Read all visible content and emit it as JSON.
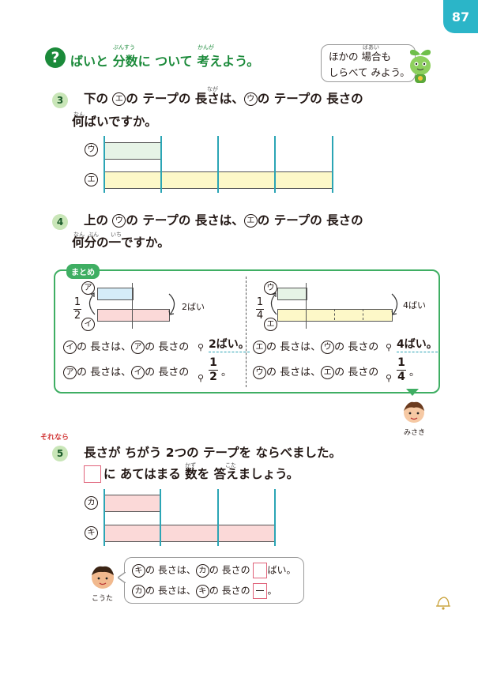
{
  "page_number": "87",
  "heading": {
    "text": "ばいと 分数に ついて 考えよう。",
    "ruby_bunsuu": "ぶんすう",
    "ruby_kangae": "かんが"
  },
  "hint": {
    "line1": "ほかの 場合も",
    "line2": "しらべて みよう。",
    "ruby_baai": "ばあい"
  },
  "q3": {
    "number": "3",
    "line1_a": "下の",
    "label_e": "エ",
    "line1_b": "の テープの 長さは、",
    "label_u": "ウ",
    "line1_c": "の テープの 長さの",
    "line2": "何ばいですか。",
    "ruby_naga": "なが",
    "ruby_nan": "なん"
  },
  "q4": {
    "number": "4",
    "line1_a": "上の",
    "label_u": "ウ",
    "line1_b": "の テープの 長さは、",
    "label_e": "エ",
    "line1_c": "の テープの 長さの",
    "line2": "何分の一ですか。",
    "ruby_nan": "なん",
    "ruby_bun": "ぶん",
    "ruby_ichi": "いち"
  },
  "summary": {
    "tag": "まとめ",
    "left": {
      "top_label": "ア",
      "bottom_label": "イ",
      "frac_num": "1",
      "frac_den": "2",
      "times": "2ばい",
      "s1_a": "イ",
      "s1_mid": "の 長さは、",
      "s1_b": "ア",
      "s1_end": "の 長さの",
      "s1_ans": "2ばい。",
      "s2_a": "ア",
      "s2_mid": "の 長さは、",
      "s2_b": "イ",
      "s2_end": "の 長さの",
      "s2_num": "1",
      "s2_den": "2"
    },
    "right": {
      "top_label": "ウ",
      "bottom_label": "エ",
      "frac_num": "1",
      "frac_den": "4",
      "times": "4ばい",
      "s1_a": "エ",
      "s1_mid": "の 長さは、",
      "s1_b": "ウ",
      "s1_end": "の 長さの",
      "s1_ans": "4ばい。",
      "s2_a": "ウ",
      "s2_mid": "の 長さは、",
      "s2_b": "エ",
      "s2_end": "の 長さの",
      "s2_num": "1",
      "s2_den": "4"
    },
    "period": "。",
    "character_name": "みさき"
  },
  "q5": {
    "tag": "それなら",
    "number": "5",
    "line1": "長さが ちがう 2つの テープを ならべました。",
    "line2": "に あてはまる 数を 答えましょう。",
    "ruby_kazu": "かず",
    "ruby_kota": "こた",
    "label_ka": "カ",
    "label_ki": "キ",
    "bubble_l1_a": "キ",
    "bubble_l1_mid": "の 長さは、",
    "bubble_l1_b": "カ",
    "bubble_l1_end": "の 長さの",
    "bubble_l1_suffix": "ばい。",
    "bubble_l2_a": "カ",
    "bubble_l2_mid": "の 長さは、",
    "bubble_l2_b": "キ",
    "bubble_l2_end": "の 長さの",
    "bubble_l2_suffix": "。",
    "character_name": "こうた"
  },
  "colors": {
    "green": "#1b8a3a",
    "teal": "#2bb5c8",
    "tape_green": "#e6f3e6",
    "tape_yellow": "#fdf8c8",
    "tape_blue": "#d5ecf8",
    "tape_pink": "#fbd9d8",
    "answer_pink": "#e0637a"
  }
}
